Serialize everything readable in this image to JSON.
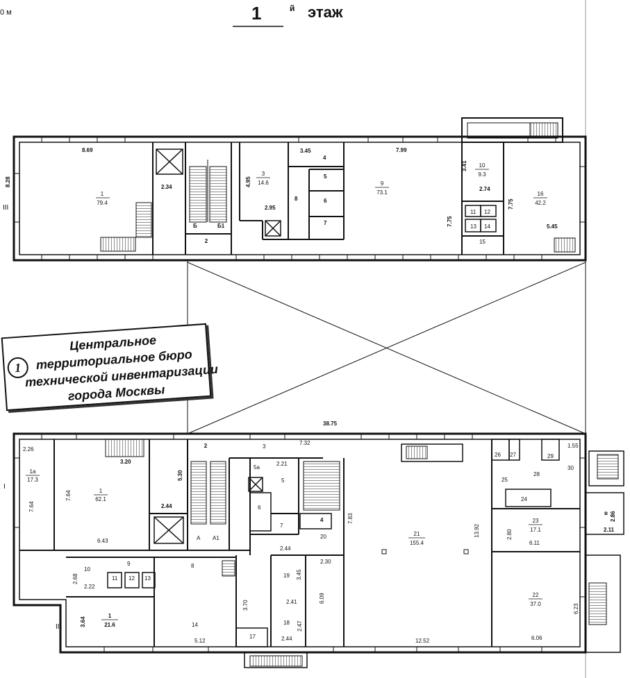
{
  "header": {
    "scale_fragment": "0 м",
    "floor_number": "1",
    "floor_suffix": "й",
    "floor_word": "этаж"
  },
  "upper_block": {
    "section_label": "III",
    "dimensions": [
      "8.69",
      "8.28",
      "2.34",
      "4.95",
      "2.95",
      "3.45",
      "7.99",
      "3.41",
      "2.74",
      "7.75",
      "7.75",
      "5.45"
    ],
    "rooms": [
      {
        "num": "1",
        "area": "79.4"
      },
      {
        "num": "2",
        "area": ""
      },
      {
        "num": "Б",
        "area": ""
      },
      {
        "num": "Б1",
        "area": ""
      },
      {
        "num": "3",
        "area": "14.6"
      },
      {
        "num": "4",
        "area": ""
      },
      {
        "num": "5",
        "area": ""
      },
      {
        "num": "6",
        "area": ""
      },
      {
        "num": "7",
        "area": ""
      },
      {
        "num": "8",
        "area": ""
      },
      {
        "num": "9",
        "area": "73.1"
      },
      {
        "num": "10",
        "area": "9.3"
      },
      {
        "num": "11",
        "area": ""
      },
      {
        "num": "12",
        "area": ""
      },
      {
        "num": "13",
        "area": ""
      },
      {
        "num": "14",
        "area": ""
      },
      {
        "num": "15",
        "area": ""
      },
      {
        "num": "16",
        "area": "42.2"
      }
    ]
  },
  "courtyard": {
    "span_dimension": "38.75"
  },
  "lower_block": {
    "section_labels": [
      "I",
      "II"
    ],
    "dimensions": [
      "2.26",
      "7.64",
      "7.64",
      "3.20",
      "5.30",
      "2.44",
      "6.43",
      "7.32",
      "2.21",
      "2.44",
      "2.30",
      "3.45",
      "3.70",
      "2.41",
      "2.47",
      "2.44",
      "6.09",
      "7.83",
      "13.92",
      "2.80",
      "6.11",
      "1.55",
      "2.86",
      "2.11",
      "6.23",
      "6.06",
      "12.52",
      "5.12",
      "2.68",
      "2.22",
      "3.64"
    ],
    "rooms": [
      {
        "num": "1a",
        "area": "17.3"
      },
      {
        "num": "1",
        "area": "62.1"
      },
      {
        "num": "2",
        "area": ""
      },
      {
        "num": "A",
        "area": ""
      },
      {
        "num": "A1",
        "area": ""
      },
      {
        "num": "3",
        "area": ""
      },
      {
        "num": "5a",
        "area": ""
      },
      {
        "num": "5",
        "area": ""
      },
      {
        "num": "6",
        "area": ""
      },
      {
        "num": "7",
        "area": ""
      },
      {
        "num": "4",
        "area": ""
      },
      {
        "num": "20",
        "area": ""
      },
      {
        "num": "21",
        "area": "155.4"
      },
      {
        "num": "26",
        "area": ""
      },
      {
        "num": "27",
        "area": ""
      },
      {
        "num": "29",
        "area": ""
      },
      {
        "num": "28",
        "area": ""
      },
      {
        "num": "30",
        "area": ""
      },
      {
        "num": "25",
        "area": ""
      },
      {
        "num": "24",
        "area": ""
      },
      {
        "num": "23",
        "area": "17.1"
      },
      {
        "num": "в",
        "area": ""
      },
      {
        "num": "22",
        "area": "37.0"
      },
      {
        "num": "9",
        "area": ""
      },
      {
        "num": "10",
        "area": ""
      },
      {
        "num": "11",
        "area": ""
      },
      {
        "num": "12",
        "area": ""
      },
      {
        "num": "13",
        "area": ""
      },
      {
        "num": "8",
        "area": ""
      },
      {
        "num": "19",
        "area": ""
      },
      {
        "num": "18",
        "area": ""
      },
      {
        "num": "17",
        "area": ""
      },
      {
        "num": "14",
        "area": ""
      },
      {
        "num": "1",
        "area": "21.6"
      }
    ]
  },
  "stamp": {
    "number": "1",
    "lines": [
      "Центральное",
      "территориальное бюро",
      "технической инвентаризации",
      "города Москвы"
    ]
  }
}
